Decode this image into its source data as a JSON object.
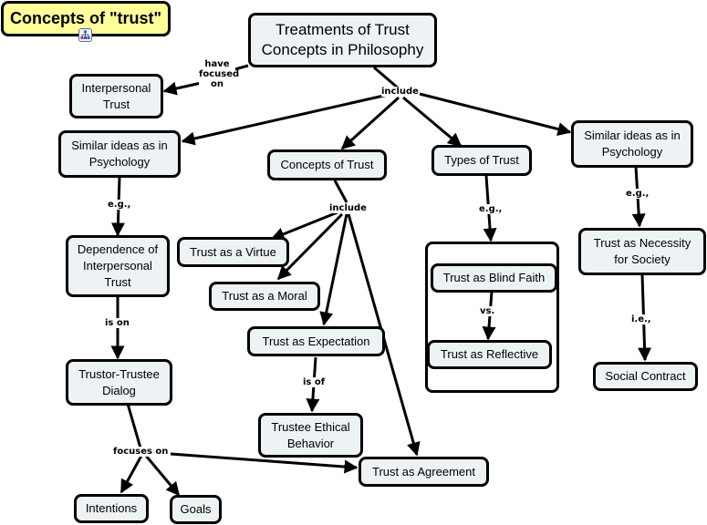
{
  "map_title": "Concepts of \"trust\"",
  "submap_icon": "concept-map-icon",
  "nodes": {
    "root": "Treatments of Trust\nConcepts in Philosophy",
    "interpersonal_trust": "Interpersonal\nTrust",
    "similar_left": "Similar ideas as in\nPsychology",
    "concepts_of_trust": "Concepts of Trust",
    "types_of_trust": "Types of Trust",
    "similar_right": "Similar ideas as in\nPsychology",
    "dependence": "Dependence of\nInterpersonal\nTrust",
    "trustor_trustee": "Trustor-Trustee\nDialog",
    "intentions": "Intentions",
    "goals": "Goals",
    "virtue": "Trust as a Virtue",
    "moral": "Trust as a Moral",
    "expectation": "Trust as Expectation",
    "ethical_behavior": "Trustee Ethical\nBehavior",
    "agreement": "Trust as Agreement",
    "blind_faith": "Trust as Blind Faith",
    "reflective": "Trust as Reflective",
    "necessity": "Trust as Necessity\nfor Society",
    "social_contract": "Social Contract"
  },
  "link_labels": {
    "have_focused_on": "have\nfocused\non",
    "include_root": "include",
    "eg_left": "e.g.,",
    "is_on": "is on",
    "focuses_on": "focuses on",
    "include_concepts": "include",
    "is_of": "is of",
    "eg_types": "e.g.,",
    "vs": "vs.",
    "eg_right": "e.g.,",
    "ie": "i.e.,"
  }
}
